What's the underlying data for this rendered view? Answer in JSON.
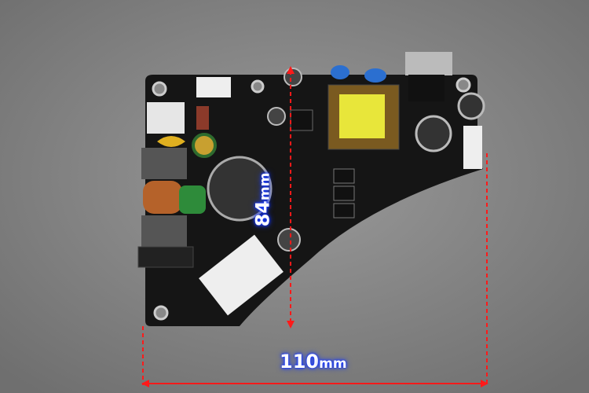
{
  "dimensions": {
    "height": {
      "value": "84",
      "unit": "mm"
    },
    "width": {
      "value": "110",
      "unit": "mm"
    }
  },
  "colors": {
    "background": "#8c8c8c",
    "board": "#151515",
    "dimension_line": "#ff1a1a",
    "label_glow": "#1a3cff"
  }
}
